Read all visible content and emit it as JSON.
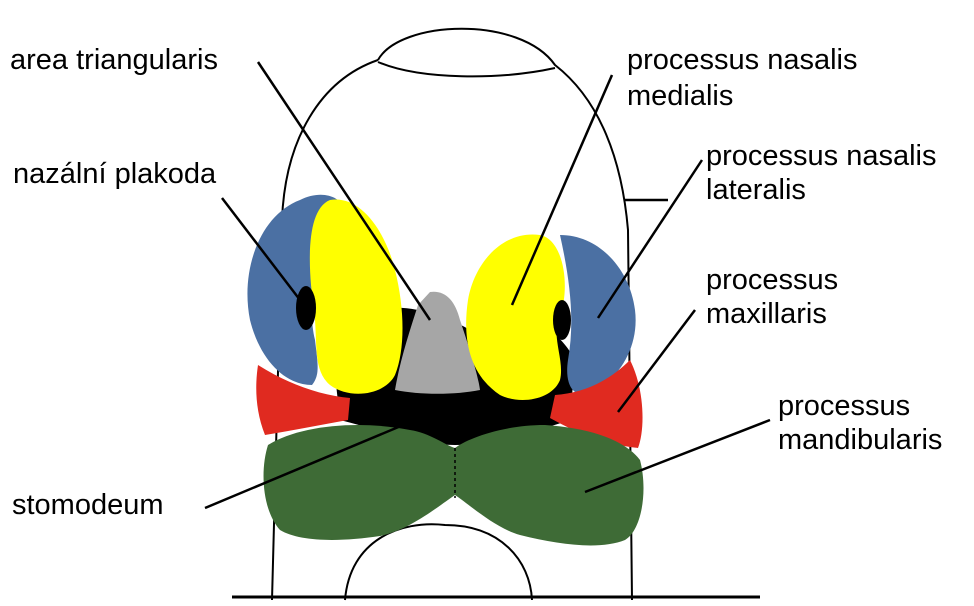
{
  "colors": {
    "blue": "#4b70a3",
    "yellow": "#ffff00",
    "red": "#e02a20",
    "green": "#3e6b36",
    "gray": "#a6a6a6",
    "black": "#000000",
    "outline": "#000000"
  },
  "labels": {
    "area_triangularis": "area triangularis",
    "nazalni_plakoda": "nazální plakoda",
    "stomodeum": "stomodeum",
    "processus_nasalis_medialis_1": "processus nasalis",
    "processus_nasalis_medialis_2": "medialis",
    "processus_nasalis_lateralis_1": "processus nasalis",
    "processus_nasalis_lateralis_2": "lateralis",
    "processus_maxillaris_1": "processus",
    "processus_maxillaris_2": "maxillaris",
    "processus_mandibularis_1": "processus",
    "processus_mandibularis_2": "mandibularis"
  }
}
